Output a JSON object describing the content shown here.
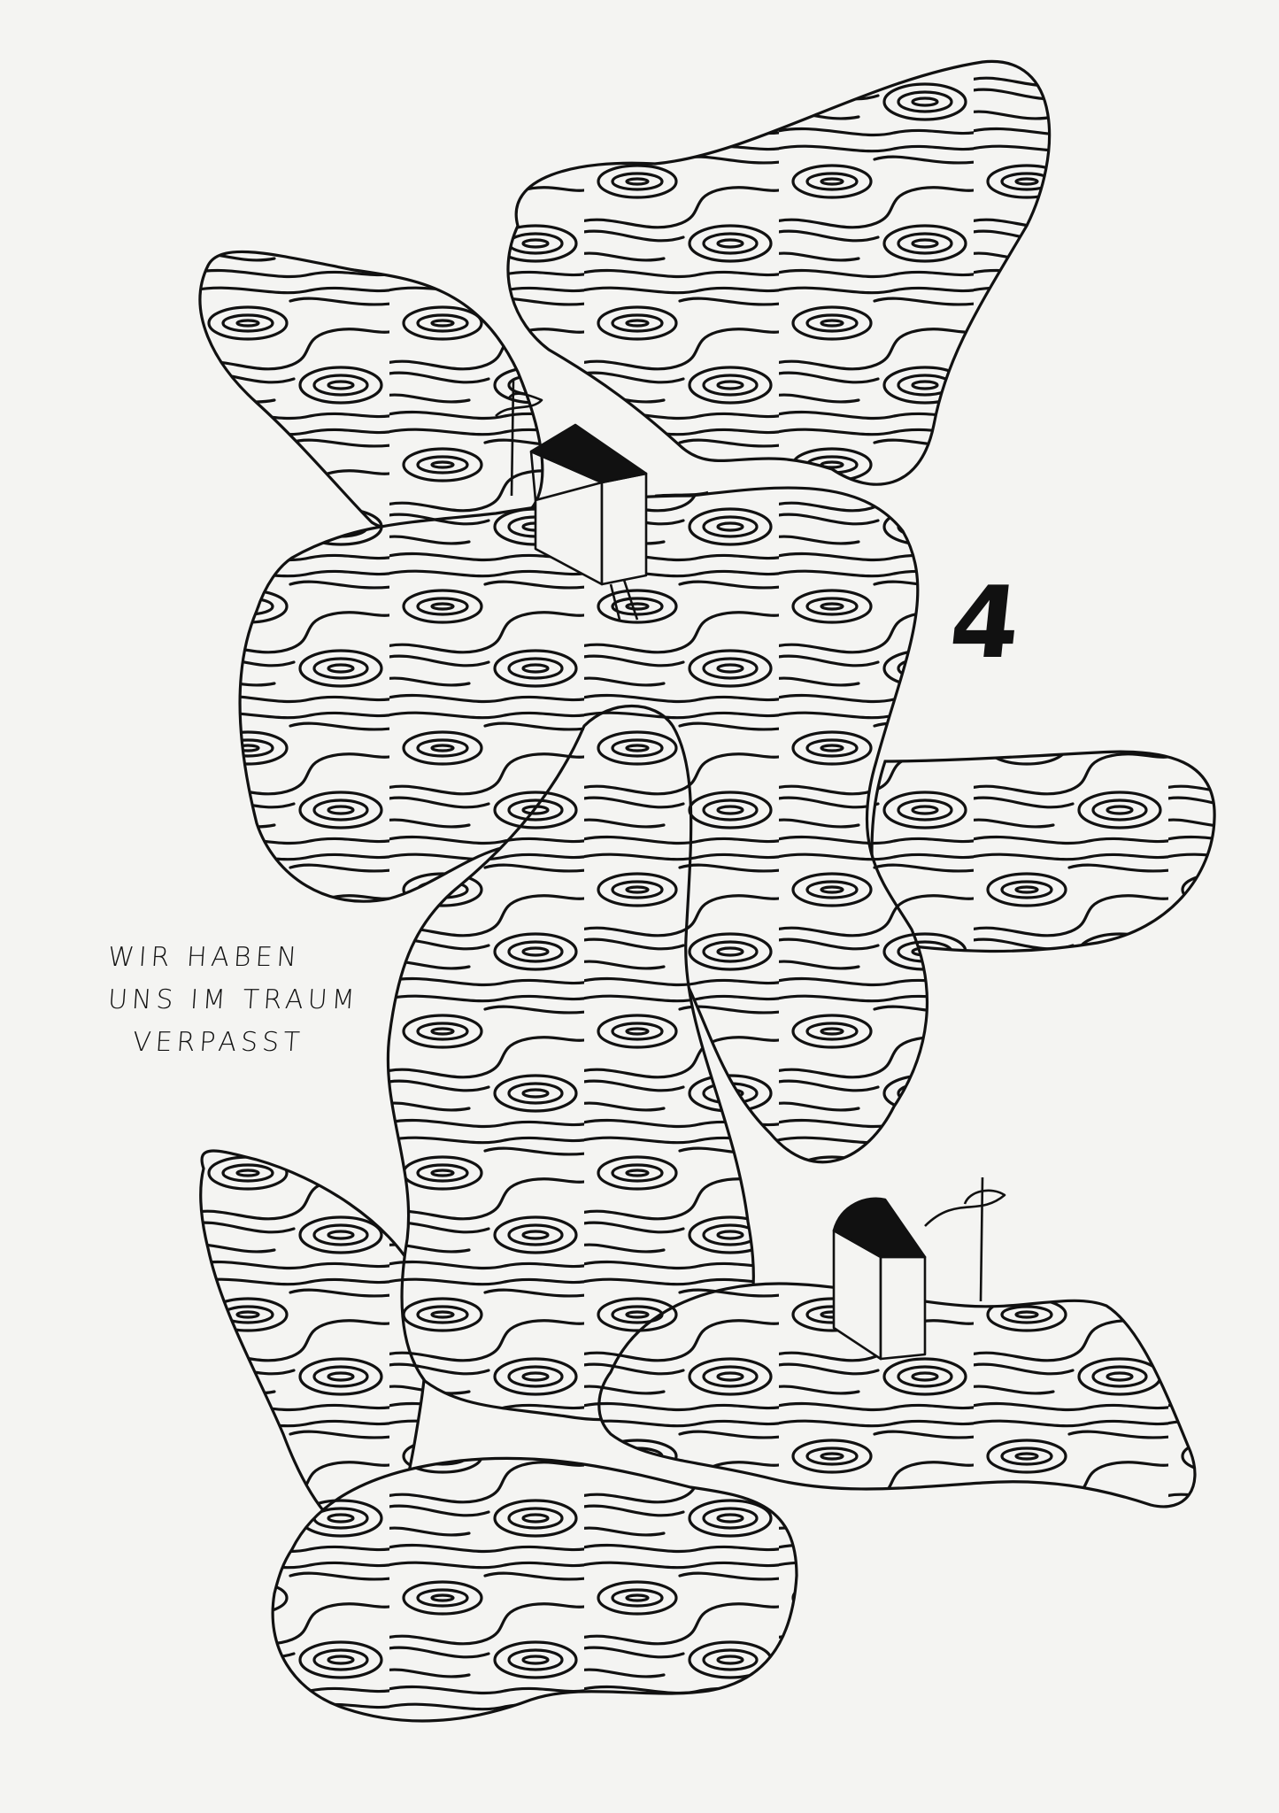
{
  "caption": {
    "line1": "WIR HABEN",
    "line2": "UNS IM TRAUM",
    "line3": "VERPASST"
  },
  "page_number": "4",
  "colors": {
    "paper": "#f4f4f2",
    "ink": "#111111"
  }
}
